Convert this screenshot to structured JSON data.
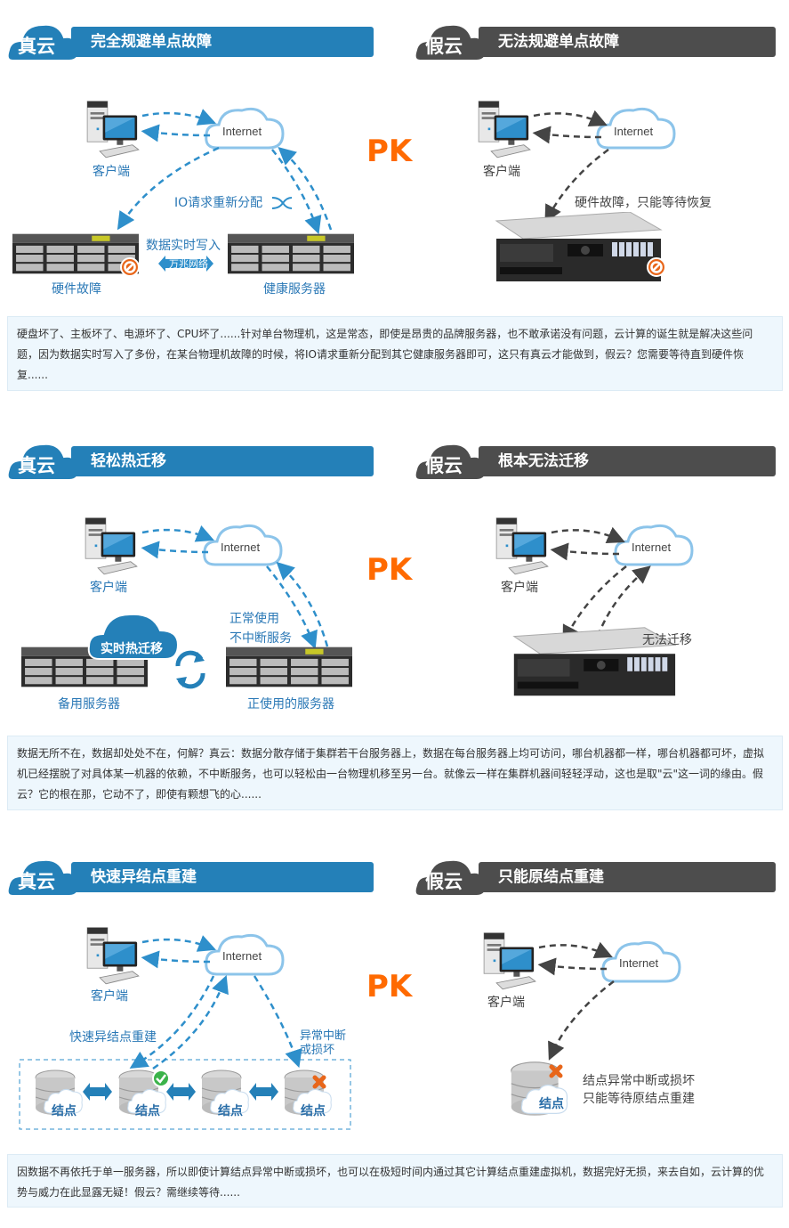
{
  "colors": {
    "real_accent": "#2480b8",
    "fake_accent": "#4d4d4d",
    "pk": "#ff6a00",
    "caption_blue": "#2a78b6",
    "desc_bg": "#eef7fd"
  },
  "pk_label": "PK",
  "sections": [
    {
      "real": {
        "badge": "真云",
        "title": "完全规避单点故障",
        "internet": "Internet",
        "client": "客户端",
        "io_label": "IO请求重新分配",
        "write_label": "数据实时写入",
        "network_label": "万兆网络",
        "left_server": "硬件故障",
        "right_server": "健康服务器"
      },
      "fake": {
        "badge": "假云",
        "title": "无法规避单点故障",
        "internet": "Internet",
        "client": "客户端",
        "note": "硬件故障，只能等待恢复"
      },
      "description": "硬盘坏了、主板坏了、电源坏了、CPU坏了......针对单台物理机，这是常态，即使是昂贵的品牌服务器，也不敢承诺没有问题，云计算的诞生就是解决这些问题，因为数据实时写入了多份，在某台物理机故障的时候，将IO请求重新分配到其它健康服务器即可，这只有真云才能做到，假云？您需要等待直到硬件恢复......"
    },
    {
      "real": {
        "badge": "真云",
        "title": "轻松热迁移",
        "internet": "Internet",
        "client": "客户端",
        "normal_label_1": "正常使用",
        "normal_label_2": "不中断服务",
        "migrate_cloud": "实时热迁移",
        "left_server": "备用服务器",
        "right_server": "正使用的服务器"
      },
      "fake": {
        "badge": "假云",
        "title": "根本无法迁移",
        "internet": "Internet",
        "client": "客户端",
        "note": "无法迁移"
      },
      "description": "数据无所不在，数据却处处不在，何解？真云：数据分散存储于集群若干台服务器上，数据在每台服务器上均可访问，哪台机器都一样，哪台机器都可坏，虚拟机已经摆脱了对具体某一机器的依赖，不中断服务，也可以轻松由一台物理机移至另一台。就像云一样在集群机器间轻轻浮动，这也是取\"云\"这一词的缘由。假云？它的根在那，它动不了，即使有颗想飞的心......"
    },
    {
      "real": {
        "badge": "真云",
        "title": "快速异结点重建",
        "internet": "Internet",
        "client": "客户端",
        "rebuild_label": "快速异结点重建",
        "fault_label_1": "异常中断",
        "fault_label_2": "或损坏",
        "nodes": [
          "结点",
          "结点",
          "结点",
          "结点"
        ]
      },
      "fake": {
        "badge": "假云",
        "title": "只能原结点重建",
        "internet": "Internet",
        "client": "客户端",
        "node": "结点",
        "note_1": "结点异常中断或损坏",
        "note_2": "只能等待原结点重建"
      },
      "description": "因数据不再依托于单一服务器，所以即使计算结点异常中断或损坏，也可以在极短时间内通过其它计算结点重建虚拟机，数据完好无损，来去自如，云计算的优势与威力在此显露无疑！假云？需继续等待......"
    }
  ]
}
